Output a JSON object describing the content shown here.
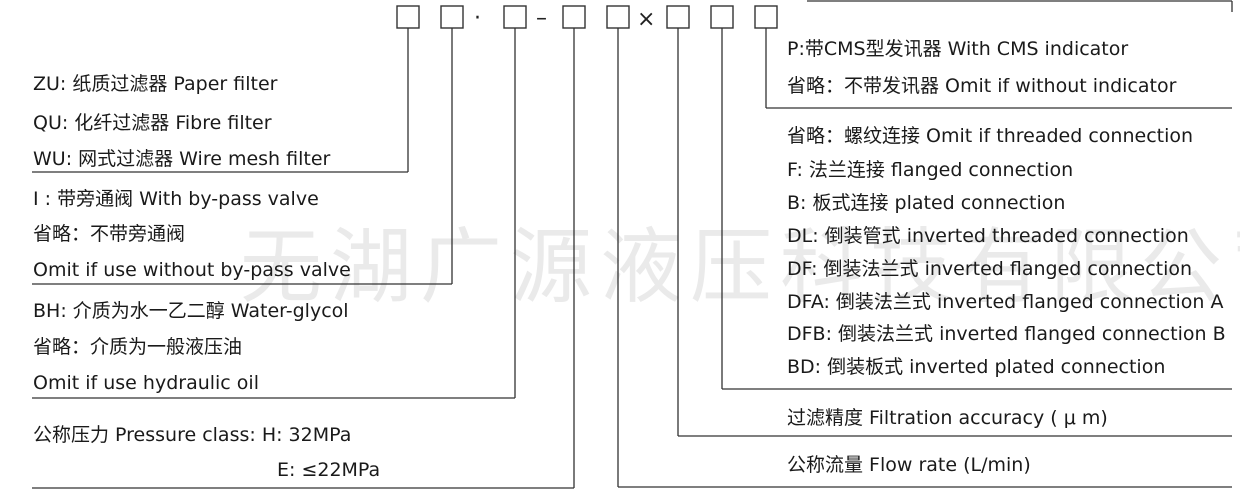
{
  "code": {
    "separators": [
      "·",
      "–",
      "×"
    ]
  },
  "watermark": "无湖广源液压科技有限公司",
  "left": {
    "filter_material": [
      "ZU: 纸质过滤器  Paper filter",
      "QU: 化纤过滤器 Fibre filter",
      "WU: 网式过滤器 Wire mesh filter"
    ],
    "bypass": [
      "I : 带旁通阀  With by-pass valve",
      "省略：不带旁通阀",
      "Omit if use without by-pass valve"
    ],
    "medium": [
      "BH: 介质为水一乙二醇   Water-glycol",
      "省略：介质为一般液压油",
      "Omit if use hydraulic oil"
    ],
    "pressure": [
      "公称压力 Pressure class: H: 32MPa",
      "E: ≤22MPa"
    ]
  },
  "right": {
    "indicator": [
      "P:带CMS型发讯器  With CMS indicator",
      "省略：不带发讯器  Omit if without indicator"
    ],
    "connection": [
      "省略：螺纹连接 Omit if threaded connection",
      "F: 法兰连接 flanged connection",
      "B: 板式连接 plated  connection",
      "DL: 倒装管式 inverted threaded connection",
      "DF: 倒装法兰式 inverted flanged connection",
      "DFA: 倒装法兰式 inverted flanged connection A",
      "DFB: 倒装法兰式 inverted flanged connection B",
      "BD: 倒装板式 inverted plated connection"
    ],
    "accuracy": "过滤精度  Filtration accuracy ( μ m)",
    "flow": "公称流量 Flow rate (L/min)"
  }
}
